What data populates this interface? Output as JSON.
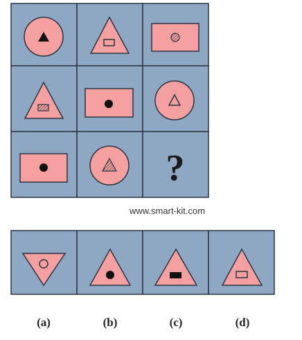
{
  "puzzle": {
    "question_mark": "?",
    "watermark": "www.smart-kit.com",
    "colors": {
      "cell_bg": "#8ea8c3",
      "shape_fill": "#f4a0a0",
      "border": "#2a3440"
    }
  },
  "grid": {
    "cells": [
      {
        "outer": "circle",
        "inner": "solid-triangle"
      },
      {
        "outer": "triangle",
        "inner": "hollow-rectangle"
      },
      {
        "outer": "rectangle",
        "inner": "hatched-circle"
      },
      {
        "outer": "triangle",
        "inner": "hatched-rectangle"
      },
      {
        "outer": "rectangle",
        "inner": "solid-circle"
      },
      {
        "outer": "circle",
        "inner": "hollow-triangle"
      },
      {
        "outer": "rectangle",
        "inner": "solid-circle"
      },
      {
        "outer": "circle",
        "inner": "hatched-triangle"
      },
      {
        "outer": "none",
        "inner": "question-mark"
      }
    ]
  },
  "options": [
    {
      "label": "(a)",
      "outer": "inverted-triangle",
      "inner": "hollow-circle"
    },
    {
      "label": "(b)",
      "outer": "triangle",
      "inner": "solid-circle"
    },
    {
      "label": "(c)",
      "outer": "triangle",
      "inner": "solid-rectangle"
    },
    {
      "label": "(d)",
      "outer": "triangle",
      "inner": "hollow-rectangle"
    }
  ]
}
